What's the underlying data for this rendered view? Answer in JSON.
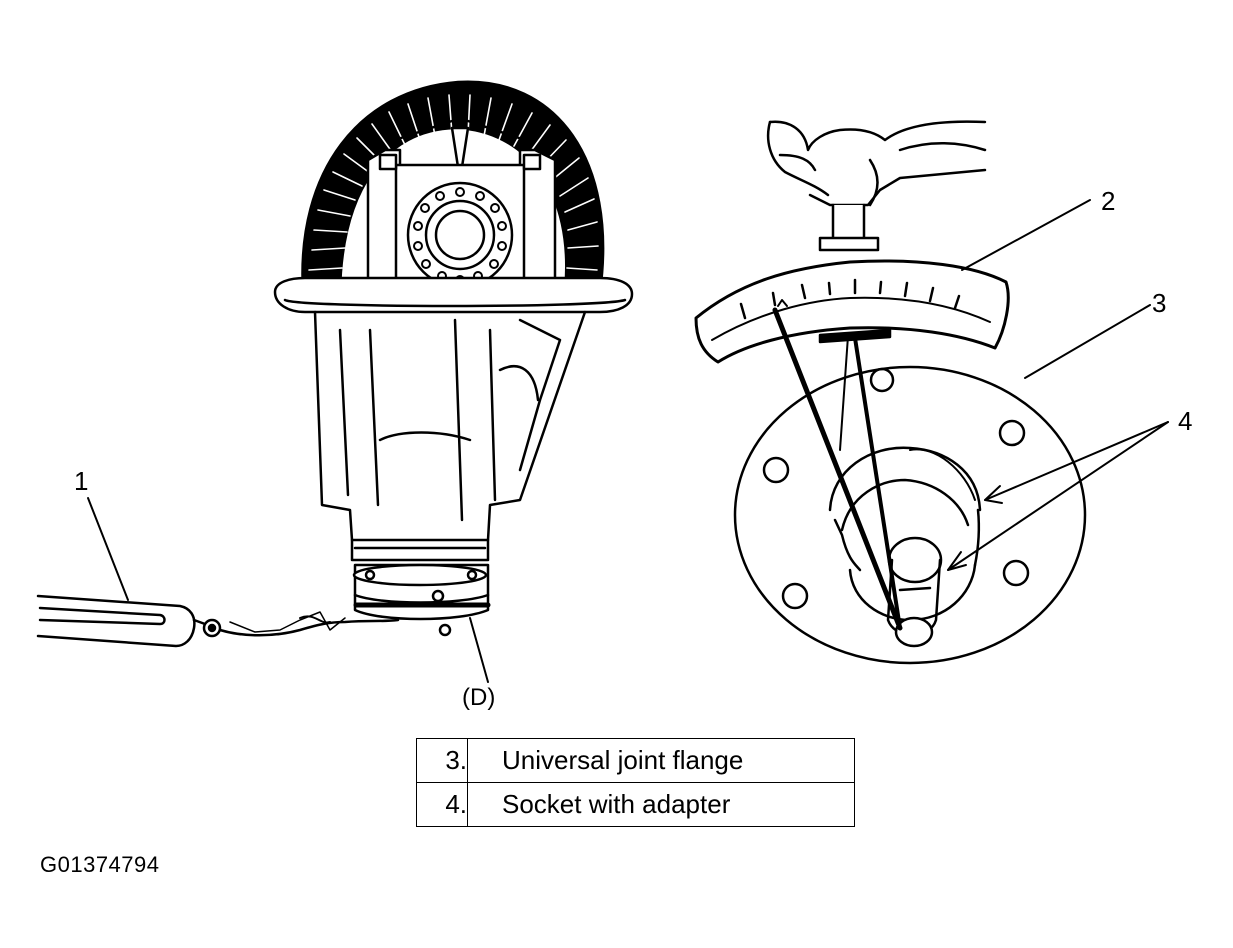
{
  "callouts": {
    "c1": "1",
    "c2": "2",
    "c3": "3",
    "c4": "4",
    "cD": "(D)"
  },
  "legend": [
    {
      "num": "3.",
      "text": "Universal joint flange"
    },
    {
      "num": "4.",
      "text": "Socket with adapter"
    }
  ],
  "figure_id": "G01374794",
  "icons": {
    "left": "differential-assembly-with-spring-scale",
    "right": "torque-wrench-on-flange"
  }
}
